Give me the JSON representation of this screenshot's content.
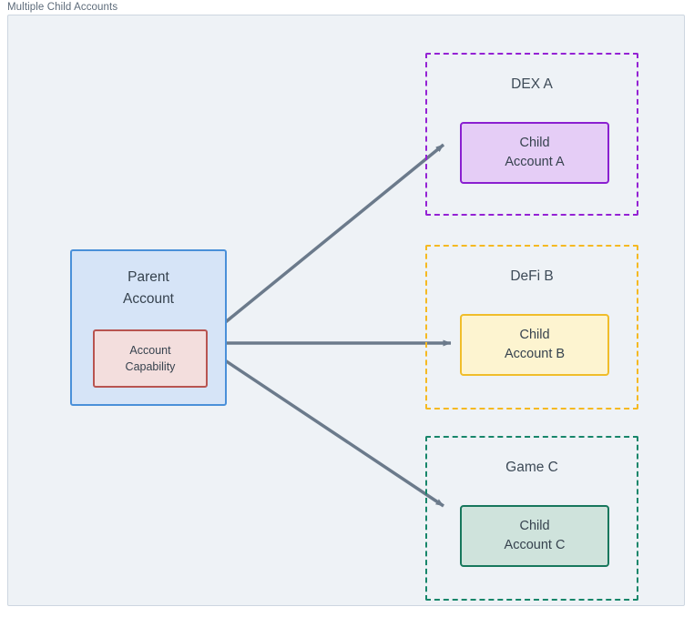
{
  "diagram": {
    "title": "Multiple Child Accounts",
    "parent": {
      "name": "parent-account",
      "label": "Parent\nAccount",
      "fill": "#d6e4f7",
      "stroke": "#4a90d9",
      "capability": {
        "name": "account-capability",
        "label": "Account\nCapability",
        "fill": "#f3dedd",
        "stroke": "#b85450"
      }
    },
    "groups": [
      {
        "name": "dex-a",
        "label": "DEX A",
        "stroke": "#9422d4",
        "child": {
          "name": "child-account-a",
          "label": "Child\nAccount A",
          "fill": "#e5cdf6",
          "stroke": "#8a1fd0"
        }
      },
      {
        "name": "defi-b",
        "label": "DeFi B",
        "stroke": "#f5b921",
        "child": {
          "name": "child-account-b",
          "label": "Child\nAccount B",
          "fill": "#fdf4d0",
          "stroke": "#f0bd2a"
        }
      },
      {
        "name": "game-c",
        "label": "Game C",
        "stroke": "#17866a",
        "child": {
          "name": "child-account-c",
          "label": "Child\nAccount C",
          "fill": "#cfe3dc",
          "stroke": "#17775c"
        }
      }
    ],
    "connectors": {
      "color": "#6b7a8b",
      "count": 3,
      "from": "account-capability",
      "to": [
        "child-account-a",
        "child-account-b",
        "child-account-c"
      ]
    },
    "canvas": {
      "background": "#eef2f6",
      "border": "#cdd6e0"
    }
  }
}
